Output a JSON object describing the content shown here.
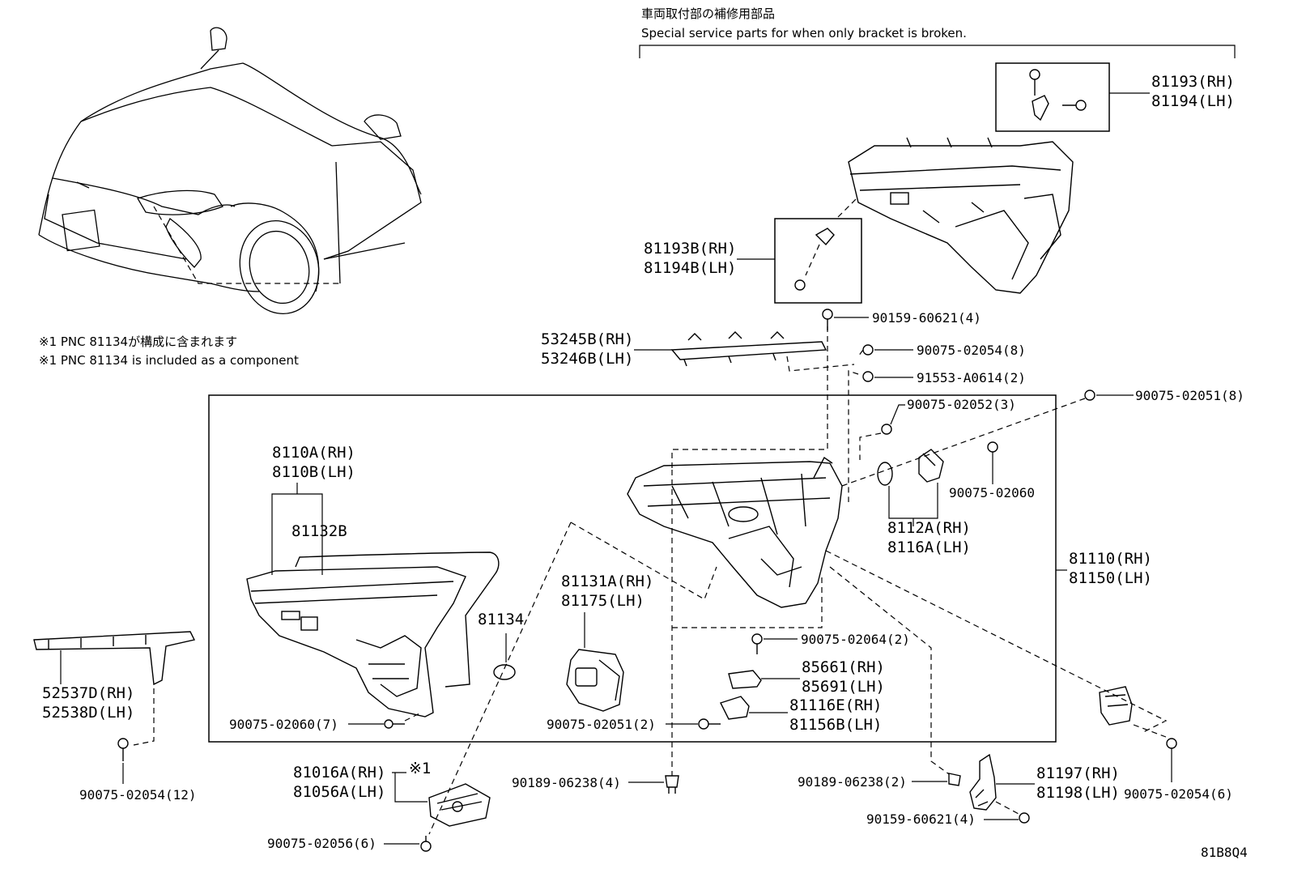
{
  "diagram": {
    "header_jp": "車両取付部の補修用部品",
    "header_en": "Special service parts for when only bracket is broken.",
    "note_jp": "※1 PNC 81134が構成に含まれます",
    "note_en": "※1 PNC 81134 is included as a component",
    "footer_code": "81B8Q4",
    "callouts": {
      "p81193": "81193(RH)",
      "p81194": "81194(LH)",
      "p81193b": "81193B(RH)",
      "p81194b": "81194B(LH)",
      "f90159a": "90159-60621(4)",
      "p53245b": "53245B(RH)",
      "p53246b": "53246B(LH)",
      "f90075_02054_8": "90075-02054(8)",
      "f91553": "91553-A0614(2)",
      "f90075_02051_8": "90075-02051(8)",
      "f90075_02052_3": "90075-02052(3)",
      "f90075_02060": "90075-02060",
      "p8112a": "8112A(RH)",
      "p8116a": "8116A(LH)",
      "p81110": "81110(RH)",
      "p81150": "81150(LH)",
      "p8110a": "8110A(RH)",
      "p8110b": "8110B(LH)",
      "p81132b": "81132B",
      "p81134": "81134",
      "p81131a": "81131A(RH)",
      "p81175": "81175(LH)",
      "f90075_02064_2": "90075-02064(2)",
      "p85661": "85661(RH)",
      "p85691": "85691(LH)",
      "p81116e": "81116E(RH)",
      "p81156b": "81156B(LH)",
      "f90075_02051_2": "90075-02051(2)",
      "f90075_02060_7": "90075-02060(7)",
      "p52537d": "52537D(RH)",
      "p52538d": "52538D(LH)",
      "f90075_02054_12": "90075-02054(12)",
      "p81016a": "81016A(RH)",
      "p81056a": "81056A(LH)",
      "mark1": "※1",
      "f90189_4": "90189-06238(4)",
      "f90189_2": "90189-06238(2)",
      "p81197": "81197(RH)",
      "p81198": "81198(LH)",
      "f90075_02054_6": "90075-02054(6)",
      "f90159b": "90159-60621(4)",
      "f90075_02056_6": "90075-02056(6)"
    }
  }
}
